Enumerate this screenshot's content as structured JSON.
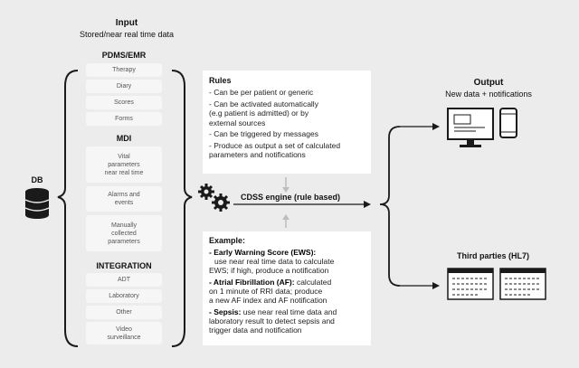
{
  "input": {
    "title": "Input",
    "subtitle": "Stored/near real time data"
  },
  "db_label": "DB",
  "pdms": {
    "title": "PDMS/EMR",
    "items": [
      "Therapy",
      "Diary",
      "Scores",
      "Forms"
    ]
  },
  "mdi": {
    "title": "MDI",
    "items": [
      "Vital\nparameters\nnear real time",
      "Alarms and\nevents",
      "Manually\ncollected\nparameters"
    ]
  },
  "integration": {
    "title": "INTEGRATION",
    "items": [
      "ADT",
      "Laboratory",
      "Other",
      "Video\nsurveillance"
    ]
  },
  "rules": {
    "title": "Rules",
    "items": [
      "- Can be per patient or generic",
      "- Can be activated automatically\n  (e.g patient is admitted) or by\n  external sources",
      "- Can be triggered by messages",
      "- Produce as output a set of calculated\n  parameters and notifications"
    ]
  },
  "engine_label": "CDSS engine (rule based)",
  "example": {
    "title": "Example:",
    "items": [
      {
        "name": "- Early Warning Score (EWS):",
        "text": "use near real time data to calculate\n  EWS; if high, produce a notification"
      },
      {
        "name": "- Atrial Fibrillation (AF):",
        "text": " calculated\n  on 1 minute of RRI data; produce\n  a new AF index and AF notification"
      },
      {
        "name": "- Sepsis:",
        "text": " use near real time data and\n  laboratory result to detect sepsis and\n  trigger data and notification"
      }
    ]
  },
  "output": {
    "title": "Output",
    "subtitle": "New data + notifications"
  },
  "third_parties": "Third parties (HL7)",
  "icons": [
    "database-icon",
    "gears-icon",
    "monitor-icon",
    "smartphone-icon",
    "document-icon"
  ]
}
